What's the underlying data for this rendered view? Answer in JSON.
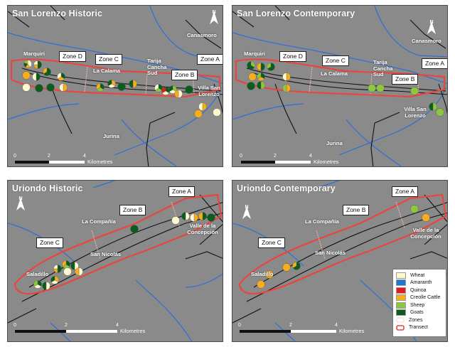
{
  "colors": {
    "wheat": "#fdf8cf",
    "amaranth": "#1f78d0",
    "quinoa": "#e41a1c",
    "creole_cattle": "#f6ae1c",
    "sheep": "#8dc63f",
    "goats": "#0b5d1e",
    "zones": "#f7b7a3",
    "transect": "#e8473f",
    "river": "#2f6fd8",
    "road": "#111111",
    "background": "#8a8a8a"
  },
  "panels": [
    {
      "title": "San Lorenzo Historic",
      "zones": [
        "Zone D",
        "Zone C",
        "Zone B",
        "Zone A"
      ],
      "places": [
        "Marquiri",
        "La Calama",
        "Tarija Cancha Sud",
        "Villa San Lorenzo",
        "Canasmoro",
        "Jurina"
      ],
      "north": "N",
      "scale": {
        "ticks": [
          "0",
          "2",
          "4"
        ],
        "unit": "Kilometres"
      }
    },
    {
      "title": "San Lorenzo Contemporary",
      "zones": [
        "Zone D",
        "Zone C",
        "Zone B",
        "Zone A"
      ],
      "places": [
        "Marquiri",
        "La Calama",
        "Tarija Cancha Sud",
        "Villa San Lorenzo",
        "Canasmoro",
        "Jurina"
      ],
      "north": "N",
      "scale": {
        "ticks": [
          "0",
          "2",
          "4"
        ],
        "unit": "Kilometres"
      }
    },
    {
      "title": "Uriondo Historic",
      "zones": [
        "Zone A",
        "Zone B",
        "Zone C"
      ],
      "places": [
        "La Compañía",
        "San Nicolás",
        "Saladillo",
        "Valle de la Concepción"
      ],
      "north": "N",
      "scale": {
        "ticks": [
          "0",
          "2",
          "4"
        ],
        "unit": "Kilometres"
      }
    },
    {
      "title": "Uriondo Contemporary",
      "zones": [
        "Zone A",
        "Zone B",
        "Zone C"
      ],
      "places": [
        "La Compañía",
        "San Nicolás",
        "Saladillo",
        "Valle de la Concepción"
      ],
      "north": "N",
      "scale": {
        "ticks": [
          "0",
          "2",
          "4"
        ],
        "unit": "Kilometres"
      }
    }
  ],
  "legend": {
    "items": [
      "Wheat",
      "Amaranth",
      "Quinoa",
      "Creolle Cattle",
      "Sheep",
      "Goats",
      "Zones",
      "Transect"
    ]
  }
}
